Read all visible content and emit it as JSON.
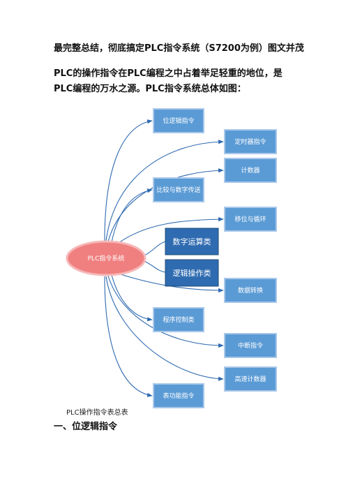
{
  "document": {
    "title": "最完整总结，彻底搞定PLC指令系统（S7200为例）图文并茂",
    "intro": "PLC的操作指令在PLC编程之中占着举足轻重的地位，是PLC编程的万水之源。PLC指令系统总体如图：",
    "caption": "PLC操作指令表总表",
    "section_heading": "一、位逻辑指令"
  },
  "diagram": {
    "root": "PLC指令系统",
    "branches": [
      "位逻辑指令",
      "定时器指令",
      "计数器",
      "比较与数字传送",
      "移位与循环",
      "数据转换",
      "程序控制类",
      "中断指令",
      "高速计数器",
      "表功能指令"
    ],
    "middle": [
      "数字运算类",
      "逻辑操作类"
    ],
    "colors": {
      "box": "#5b9bd5",
      "dark_box": "#2e6bb0",
      "root": "#f08080",
      "arrow": "#2e6ab0"
    }
  }
}
